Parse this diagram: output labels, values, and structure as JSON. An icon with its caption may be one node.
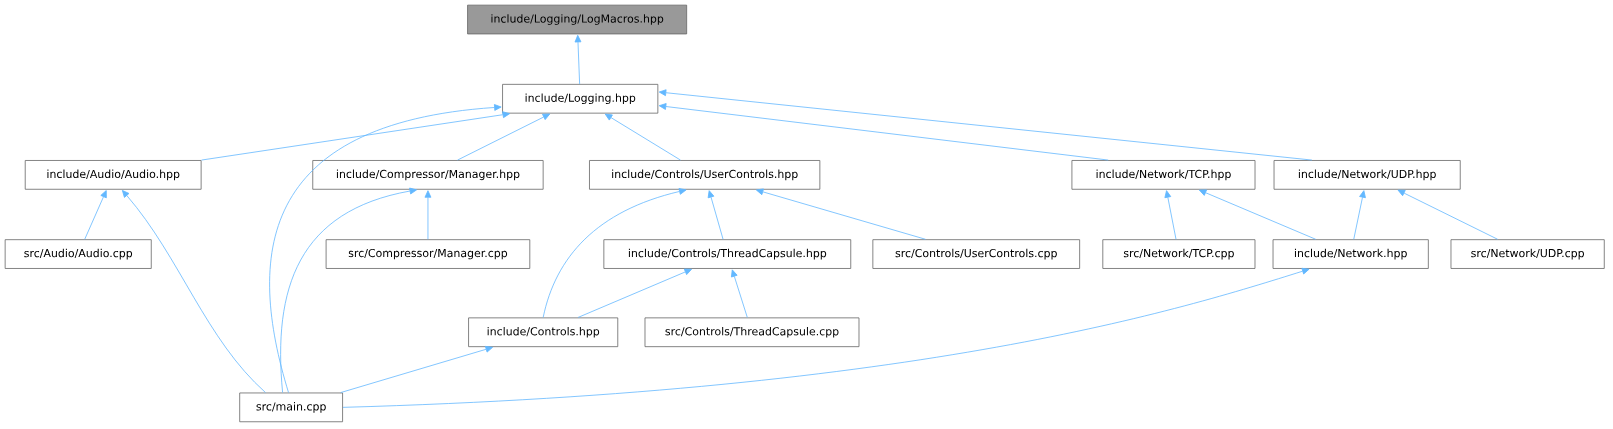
{
  "diagram": {
    "nodes": [
      {
        "text": [
          "include/Logging/LogMacros.hpp"
        ]
      },
      {
        "text": [
          "include/Logging.hpp"
        ]
      },
      {
        "text": [
          "include/Audio/Audio.hpp"
        ]
      },
      {
        "text": [
          "include/Compressor/Manager.hpp"
        ]
      },
      {
        "text": [
          "include/Controls/UserControls.hpp"
        ]
      },
      {
        "text": [
          "include/Network/TCP.hpp"
        ]
      },
      {
        "text": [
          "include/Network/UDP.hpp"
        ]
      },
      {
        "text": [
          "src/Audio/Audio.cpp"
        ]
      },
      {
        "text": [
          "src/Compressor/Manager.cpp"
        ]
      },
      {
        "text": [
          "include/Controls/ThreadCapsule.hpp"
        ]
      },
      {
        "text": [
          "src/Controls/UserControls.cpp"
        ]
      },
      {
        "text": [
          "src/Network/TCP.cpp"
        ]
      },
      {
        "text": [
          "include/Network.hpp"
        ]
      },
      {
        "text": [
          "src/Network/UDP.cpp"
        ]
      },
      {
        "text": [
          "include/Controls.hpp"
        ]
      },
      {
        "text": [
          "src/Controls/ThreadCapsule.cpp"
        ]
      },
      {
        "text": [
          "src/main.cpp"
        ]
      }
    ],
    "edges": [
      {
        "from": 1,
        "to": 0,
        "arrow": "to"
      },
      {
        "from": 2,
        "to": 1,
        "arrow": "to"
      },
      {
        "from": 16,
        "to": 1,
        "arrow": "to"
      },
      {
        "from": 3,
        "to": 1,
        "arrow": "to"
      },
      {
        "from": 4,
        "to": 1,
        "arrow": "to"
      },
      {
        "from": 5,
        "to": 1,
        "arrow": "to"
      },
      {
        "from": 6,
        "to": 1,
        "arrow": "to"
      },
      {
        "from": 7,
        "to": 2,
        "arrow": "to"
      },
      {
        "from": 16,
        "to": 2,
        "arrow": "to"
      },
      {
        "from": 16,
        "to": 3,
        "arrow": "to"
      },
      {
        "from": 8,
        "to": 3,
        "arrow": "to"
      },
      {
        "from": 14,
        "to": 4,
        "arrow": "to"
      },
      {
        "from": 9,
        "to": 4,
        "arrow": "to"
      },
      {
        "from": 10,
        "to": 4,
        "arrow": "to"
      },
      {
        "from": 14,
        "to": 9,
        "arrow": "to"
      },
      {
        "from": 15,
        "to": 9,
        "arrow": "to"
      },
      {
        "from": 11,
        "to": 5,
        "arrow": "to"
      },
      {
        "from": 12,
        "to": 5,
        "arrow": "to"
      },
      {
        "from": 12,
        "to": 6,
        "arrow": "to"
      },
      {
        "from": 13,
        "to": 6,
        "arrow": "to"
      },
      {
        "from": 16,
        "to": 14,
        "arrow": "to"
      },
      {
        "from": 16,
        "to": 12,
        "arrow": "to"
      }
    ]
  }
}
